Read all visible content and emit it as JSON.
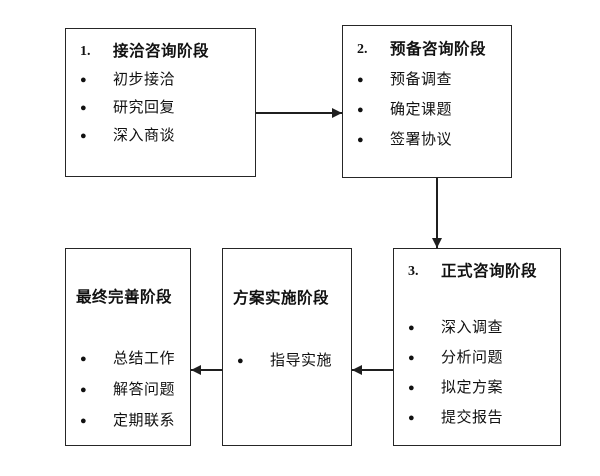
{
  "diagram": {
    "type": "flowchart",
    "colors": {
      "line": "#1f1f1f",
      "border": "#262626",
      "text": "#111111",
      "background": "#ffffff"
    },
    "icons": {
      "bullet": "●"
    },
    "boxes": [
      {
        "number": "1.",
        "title": "接洽咨询阶段",
        "items": [
          "初步接洽",
          "研究回复",
          "深入商谈"
        ]
      },
      {
        "number": "2.",
        "title": "预备咨询阶段",
        "items": [
          "预备调查",
          "确定课题",
          "签署协议"
        ]
      },
      {
        "number": "3.",
        "title": "正式咨询阶段",
        "items": [
          "深入调查",
          "分析问题",
          "拟定方案",
          "提交报告"
        ]
      },
      {
        "number": "",
        "title": "方案实施阶段",
        "items": [
          "指导实施"
        ]
      },
      {
        "number": "",
        "title": "最终完善阶段",
        "items": [
          "总结工作",
          "解答问题",
          "定期联系"
        ]
      }
    ],
    "connections": [
      {
        "from": "接洽咨询阶段",
        "to": "预备咨询阶段",
        "direction": "right"
      },
      {
        "from": "预备咨询阶段",
        "to": "正式咨询阶段",
        "direction": "down"
      },
      {
        "from": "正式咨询阶段",
        "to": "方案实施阶段",
        "direction": "left"
      },
      {
        "from": "方案实施阶段",
        "to": "最终完善阶段",
        "direction": "left"
      }
    ]
  }
}
